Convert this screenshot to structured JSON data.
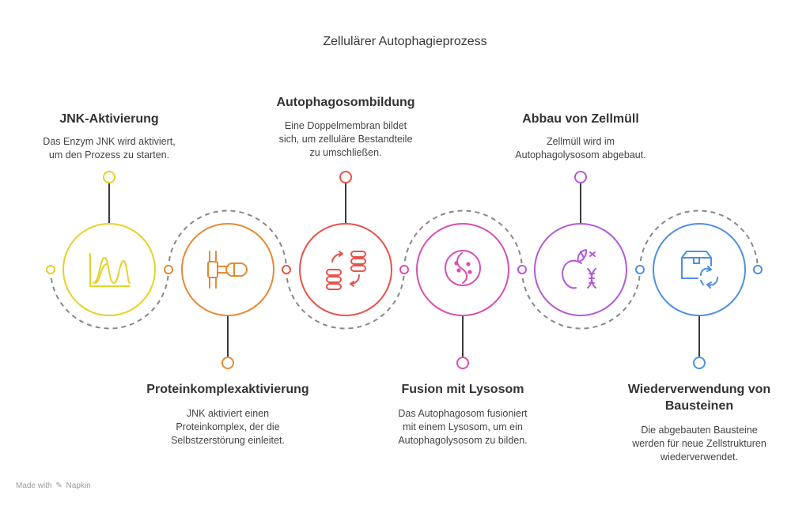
{
  "title": "Zellulärer Autophagieprozess",
  "steps": [
    {
      "title": "JNK-Aktivierung",
      "desc": [
        "Das Enzym JNK wird aktiviert,",
        "um den Prozess zu starten."
      ],
      "color": "#e6d12a",
      "icon": "bell-curve-chart-icon"
    },
    {
      "title": "Proteinkomplexaktivierung",
      "desc": [
        "JNK aktiviert einen",
        "Proteinkomplex, der die",
        "Selbstzerstörung einleitet."
      ],
      "color": "#e58a35",
      "icon": "pipe-valve-icon"
    },
    {
      "title": "Autophagosombildung",
      "desc": [
        "Eine Doppelmembran bildet",
        "sich, um zelluläre Bestandteile",
        "zu umschließen."
      ],
      "color": "#e5534b",
      "icon": "stacked-coins-transfer-icon"
    },
    {
      "title": "Fusion mit Lysosom",
      "desc": [
        "Das Autophagosom fusioniert",
        "mit einem Lysosom, um ein",
        "Autophagolysosom zu bilden."
      ],
      "color": "#d94fb0",
      "icon": "cell-icon"
    },
    {
      "title": "Abbau von Zellmüll",
      "desc": [
        "Zellmüll wird im",
        "Autophagolysosom abgebaut."
      ],
      "color": "#b35ad8",
      "icon": "apple-dna-icon"
    },
    {
      "title": "Wiederverwendung von Bausteinen",
      "desc": [
        "Die abgebauten Bausteine",
        "werden für neue Zellstrukturen",
        "wiederverwendet."
      ],
      "color": "#4f8fe0",
      "icon": "box-recycle-icon"
    }
  ],
  "footer": {
    "made_with": "Made with",
    "brand": "Napkin"
  }
}
